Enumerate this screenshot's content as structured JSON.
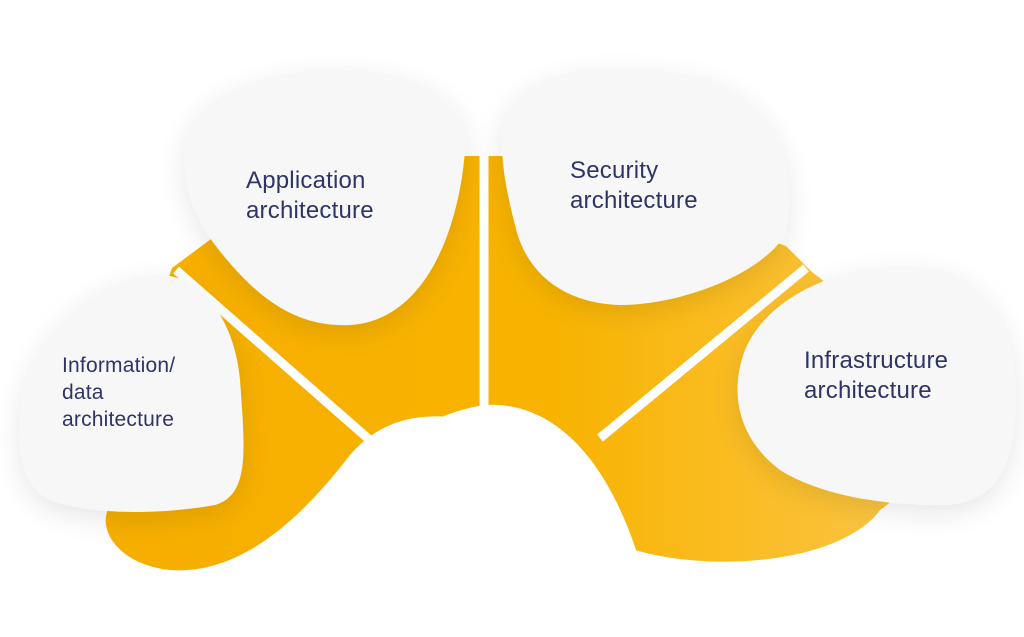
{
  "colors": {
    "segment_fill": "#f7b100",
    "segment_fill_light": "#fbc23a",
    "blob_fill": "#f7f7f8",
    "label_color": "#2e3566",
    "divider": "#ffffff"
  },
  "diagram": {
    "labels": {
      "information": [
        "Information/",
        "data",
        "architecture"
      ],
      "application": [
        "Application",
        "architecture"
      ],
      "security": [
        "Security",
        "architecture"
      ],
      "infrastructure": [
        "Infrastructure",
        "architecture"
      ]
    }
  }
}
